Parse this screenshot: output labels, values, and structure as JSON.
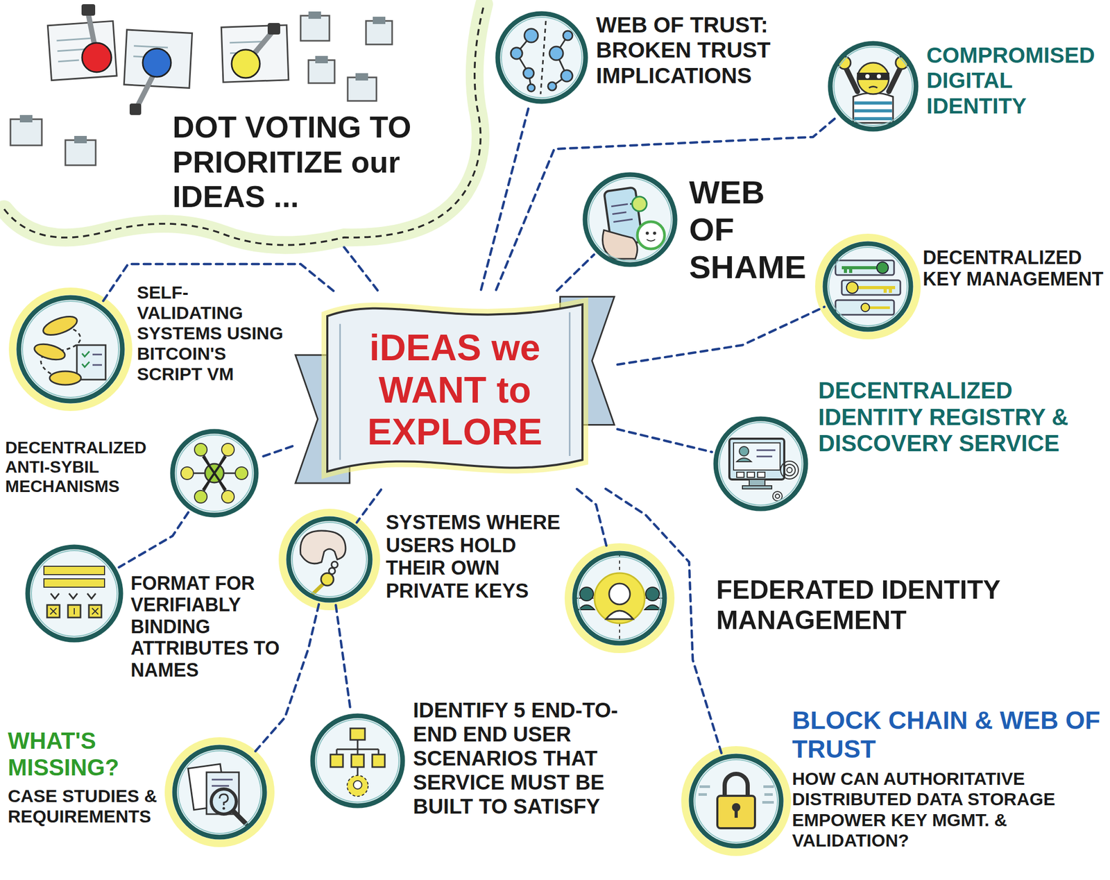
{
  "diagram": {
    "nodes": [
      {
        "text": [
          "iDEAS we WANT to EXPLORE"
        ]
      },
      {
        "text": [
          "DOT VOTING TO PRIORITIZE our IDEAS ..."
        ]
      },
      {
        "text": [
          "WEB OF TRUST: BROKEN TRUST IMPLICATIONS"
        ]
      },
      {
        "text": [
          "COMPROMISED DIGITAL IDENTITY"
        ]
      },
      {
        "text": [
          "WEB OF SHAME"
        ]
      },
      {
        "text": [
          "DECENTRALIZED KEY MANAGEMENT"
        ]
      },
      {
        "text": [
          "SELF-VALIDATING SYSTEMS USING BITCOIN'S SCRIPT VM"
        ]
      },
      {
        "text": [
          "DECENTRALIZED IDENTITY REGISTRY & DISCOVERY SERVICE"
        ]
      },
      {
        "text": [
          "DECENTRALIZED ANTI-SYBIL MECHANISMS"
        ]
      },
      {
        "text": [
          "SYSTEMS WHERE USERS HOLD THEIR OWN PRIVATE KEYS"
        ]
      },
      {
        "text": [
          "FORMAT FOR VERIFIABLY BINDING ATTRIBUTES TO NAMES"
        ]
      },
      {
        "text": [
          "FEDERATED IDENTITY MANAGEMENT"
        ]
      },
      {
        "text": [
          "WHAT'S MISSING?",
          "CASE STUDIES & REQUIREMENTS"
        ]
      },
      {
        "text": [
          "IDENTIFY 5 END-TO-END END USER SCENARIOS THAT SERVICE MUST BE BUILT TO SATISFY"
        ]
      },
      {
        "text": [
          "BLOCK CHAIN & WEB OF TRUST",
          "HOW CAN AUTHORITATIVE DISTRIBUTED DATA STORAGE EMPOWER KEY MGMT. & VALIDATION?"
        ]
      }
    ],
    "edges": [
      {
        "from": 0,
        "to": 1,
        "arrow": "none"
      },
      {
        "from": 0,
        "to": 2,
        "arrow": "none"
      },
      {
        "from": 0,
        "to": 3,
        "arrow": "none"
      },
      {
        "from": 0,
        "to": 4,
        "arrow": "none"
      },
      {
        "from": 0,
        "to": 5,
        "arrow": "none"
      },
      {
        "from": 0,
        "to": 6,
        "arrow": "none"
      },
      {
        "from": 0,
        "to": 7,
        "arrow": "none"
      },
      {
        "from": 0,
        "to": 8,
        "arrow": "none"
      },
      {
        "from": 0,
        "to": 9,
        "arrow": "none"
      },
      {
        "from": 0,
        "to": 11,
        "arrow": "none"
      },
      {
        "from": 0,
        "to": 14,
        "arrow": "none"
      },
      {
        "from": 8,
        "to": 10,
        "arrow": "none"
      },
      {
        "from": 9,
        "to": 12,
        "arrow": "none"
      },
      {
        "from": 9,
        "to": 13,
        "arrow": "none"
      }
    ]
  }
}
